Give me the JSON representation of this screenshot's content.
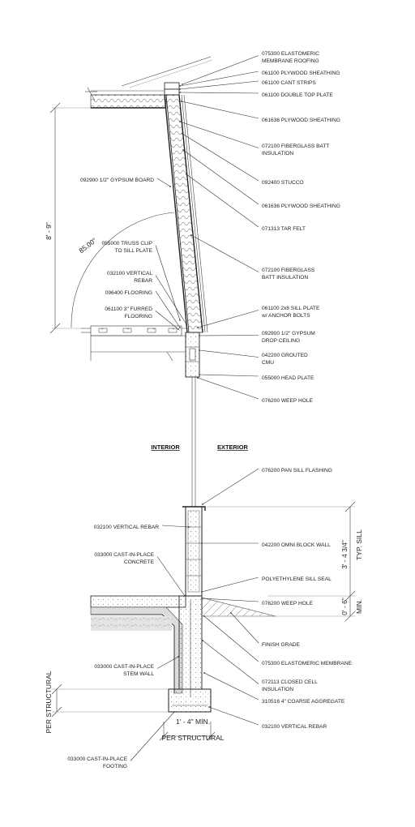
{
  "callouts_right": [
    {
      "id": "r1",
      "lines": [
        "075300 ELASTOMERIC",
        "MEMBRANE ROOFING"
      ]
    },
    {
      "id": "r2",
      "lines": [
        "061100 PLYWOOD SHEATHING"
      ]
    },
    {
      "id": "r3",
      "lines": [
        "061100 CANT STRIPS"
      ]
    },
    {
      "id": "r4",
      "lines": [
        "061100 DOUBLE TOP PLATE"
      ]
    },
    {
      "id": "r5",
      "lines": [
        "061636 PLYWOOD SHEATHING"
      ]
    },
    {
      "id": "r6",
      "lines": [
        "072100 FIBERGLASS BATT",
        "INSULATION"
      ]
    },
    {
      "id": "r7",
      "lines": [
        "092400 STUCCO"
      ]
    },
    {
      "id": "r8",
      "lines": [
        "061636 PLYWOOD SHEATHING"
      ]
    },
    {
      "id": "r9",
      "lines": [
        "071313 TAR FELT"
      ]
    },
    {
      "id": "r10",
      "lines": [
        "072100 FIBERGLASS",
        "BATT INSULATION"
      ]
    },
    {
      "id": "r11",
      "lines": [
        "061100 2x8 SILL PLATE",
        "w/ ANCHOR BOLTS"
      ]
    },
    {
      "id": "r12",
      "lines": [
        "092900 1/2\" GYPSUM",
        "DROP CEILING"
      ]
    },
    {
      "id": "r13",
      "lines": [
        "042200 GROUTED",
        "CMU"
      ]
    },
    {
      "id": "r14",
      "lines": [
        "055000 HEAD PLATE"
      ]
    },
    {
      "id": "r15",
      "lines": [
        "076200 WEEP HOLE"
      ]
    },
    {
      "id": "r16",
      "lines": [
        "076200 PAN SILL FLASHING"
      ]
    },
    {
      "id": "r17",
      "lines": [
        "042200 OMNI BLOCK WALL"
      ]
    },
    {
      "id": "r18",
      "lines": [
        "POLYETHYLENE SILL SEAL"
      ]
    },
    {
      "id": "r19",
      "lines": [
        "076200 WEEP HOLE"
      ]
    },
    {
      "id": "r20",
      "lines": [
        "FINISH GRADE"
      ]
    },
    {
      "id": "r21",
      "lines": [
        "075300 ELASTOMERIC MEMBRANE"
      ]
    },
    {
      "id": "r22",
      "lines": [
        "072113 CLOSED CELL",
        "INSULATION"
      ]
    },
    {
      "id": "r23",
      "lines": [
        "310516 4\" COARSE AGGREGATE"
      ]
    },
    {
      "id": "r24",
      "lines": [
        "032100 VERTICAL REBAR"
      ]
    }
  ],
  "callouts_left": [
    {
      "id": "l1",
      "lines": [
        "092900 1/2\" GYPSUM BOARD"
      ]
    },
    {
      "id": "l2",
      "lines": [
        "055000 TRUSS CLIP",
        "TO SILL PLATE"
      ]
    },
    {
      "id": "l3",
      "lines": [
        "032100 VERTICAL",
        "REBAR"
      ]
    },
    {
      "id": "l4",
      "lines": [
        "096400 FLOORING"
      ]
    },
    {
      "id": "l5",
      "lines": [
        "061100 3\" FURRED",
        "FLOORING"
      ]
    },
    {
      "id": "l6",
      "lines": [
        "032100 VERTICAL REBAR"
      ]
    },
    {
      "id": "l7",
      "lines": [
        "033000 CAST-IN-PLACE",
        "CONCRETE"
      ]
    },
    {
      "id": "l8",
      "lines": [
        "033000 CAST-IN-PLACE",
        "STEM WALL"
      ]
    },
    {
      "id": "l9",
      "lines": [
        "033000 CAST-IN-PLACE",
        "FOOTING"
      ]
    }
  ],
  "headings": {
    "interior": "INTERIOR",
    "exterior": "EXTERIOR"
  },
  "dimensions": {
    "wall_height": "8' - 9\"",
    "wall_angle": "85.00°",
    "sill_height": "3' - 4 3/4\"",
    "typ_sill": "TYP. SILL",
    "min_height": "0' - 6\"",
    "min_label": "MIN.",
    "per_structural_vertical": "PER STRUCTURAL",
    "footing_width": "1' - 4\" MIN.",
    "per_structural_horizontal": "PER STRUCTURAL"
  }
}
